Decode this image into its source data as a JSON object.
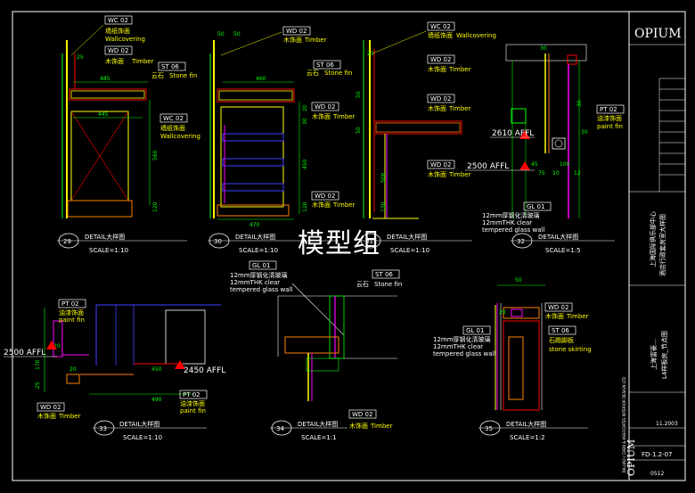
{
  "watermark": "模型组",
  "colors": {
    "background": "#000000",
    "yellow": "#ffff00",
    "white": "#ffffff",
    "cyan": "#00ffff",
    "green": "#00ff00",
    "red": "#ff0000",
    "magenta": "#ff00ff",
    "blue": "#4040ff"
  },
  "tags": {
    "wc02": "WC 02",
    "wd02": "WD 02",
    "st06": "ST 06",
    "pt02": "PT 02",
    "gl01": "GL 01"
  },
  "materials": {
    "wallpaper_cn": "墙纸饰面",
    "wallpaper_en": "Wallcovering",
    "timber_cn": "木饰面",
    "timber_en": "Timber",
    "stone_cn": "云石",
    "stone_en": "Stone fin",
    "paint_cn": "油漆饰面",
    "paint_en": "paint fin",
    "glass_cn": "12mm厚钢化清玻璃",
    "glass_en1": "12mmTHK clear",
    "glass_en2": "tempered glass wall",
    "skirting_cn": "石踢脚板",
    "skirting_en": "stone skirting"
  },
  "levels": {
    "l2610": "2610 AFFL",
    "l2500a": "2500 AFFL",
    "l2500b": "2500 AFFL",
    "l2450": "2450 AFFL"
  },
  "details": [
    {
      "num": "29",
      "title": "DETAIL大样图",
      "scale": "SCALE=1:10"
    },
    {
      "num": "30",
      "title": "DETAIL大样图",
      "scale": "SCALE=1:10"
    },
    {
      "num": "31",
      "title": "DETAIL大样图",
      "scale": "SCALE=1:10"
    },
    {
      "num": "32",
      "title": "DETAIL大样图",
      "scale": "SCALE=1:5"
    },
    {
      "num": "33",
      "title": "DETAIL大样图",
      "scale": "SCALE=1:10"
    },
    {
      "num": "34",
      "title": "DETAIL大样图",
      "scale": "SCALE=1:1"
    },
    {
      "num": "35",
      "title": "DETAIL大样图",
      "scale": "SCALE=1:2"
    }
  ],
  "dims": {
    "d29": [
      "485",
      "445",
      "25",
      "560",
      "120"
    ],
    "d30": [
      "50",
      "50",
      "460",
      "470",
      "120",
      "450",
      "30",
      "20"
    ],
    "d31": [
      "25",
      "50",
      "50",
      "120",
      "500"
    ],
    "d32": [
      "30",
      "30",
      "30",
      "100",
      "45",
      "75",
      "10",
      "12"
    ],
    "d33": [
      "450",
      "490",
      "170",
      "25",
      "20",
      "20"
    ],
    "d35": [
      "50",
      "20"
    ]
  },
  "title_block": {
    "logo": "OPIUM",
    "project_cn": "上海国际俱乐部中心",
    "project_cn2": "酒店行政套房室大样图",
    "sheet_cn": "上海富豪…",
    "sheet_cn2": "L4样板房_节点图",
    "date": "11.2003",
    "drawing_no": "FD-1.2-07",
    "page": "0512",
    "side_note": "RA.LIAO / CHEN & ASSOCIATES INTERIOR DESIGN LTD"
  }
}
